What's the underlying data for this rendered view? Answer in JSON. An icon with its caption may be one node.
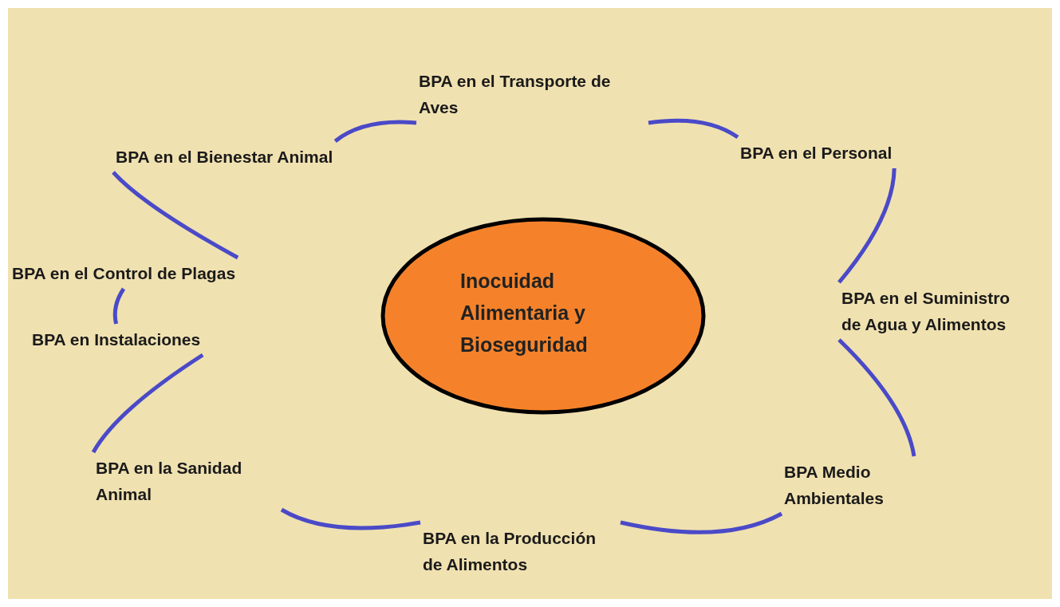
{
  "diagram": {
    "nodes": [
      {
        "text": [
          "BPA en el Transporte de Aves"
        ]
      },
      {
        "text": [
          "BPA en el Personal"
        ]
      },
      {
        "text": [
          "BPA en el Suministro de Agua y Alimentos"
        ]
      },
      {
        "text": [
          "BPA Medio Ambientales"
        ]
      },
      {
        "text": [
          "BPA en la Producción de Alimentos"
        ]
      },
      {
        "text": [
          "BPA en la Sanidad Animal"
        ]
      },
      {
        "text": [
          "BPA en Instalaciones"
        ]
      },
      {
        "text": [
          "BPA en el Control de Plagas"
        ]
      },
      {
        "text": [
          "BPA en el Bienestar Animal"
        ]
      },
      {
        "text": [
          "Inocuidad Alimentaria y Bioseguridad"
        ]
      }
    ],
    "edges": [
      {
        "from": 0,
        "to": 1,
        "arrow": "none"
      },
      {
        "from": 1,
        "to": 2,
        "arrow": "none"
      },
      {
        "from": 2,
        "to": 3,
        "arrow": "none"
      },
      {
        "from": 3,
        "to": 4,
        "arrow": "none"
      },
      {
        "from": 4,
        "to": 5,
        "arrow": "none"
      },
      {
        "from": 5,
        "to": 6,
        "arrow": "none"
      },
      {
        "from": 6,
        "to": 7,
        "arrow": "none"
      },
      {
        "from": 7,
        "to": 8,
        "arrow": "none"
      },
      {
        "from": 8,
        "to": 0,
        "arrow": "none"
      }
    ]
  }
}
